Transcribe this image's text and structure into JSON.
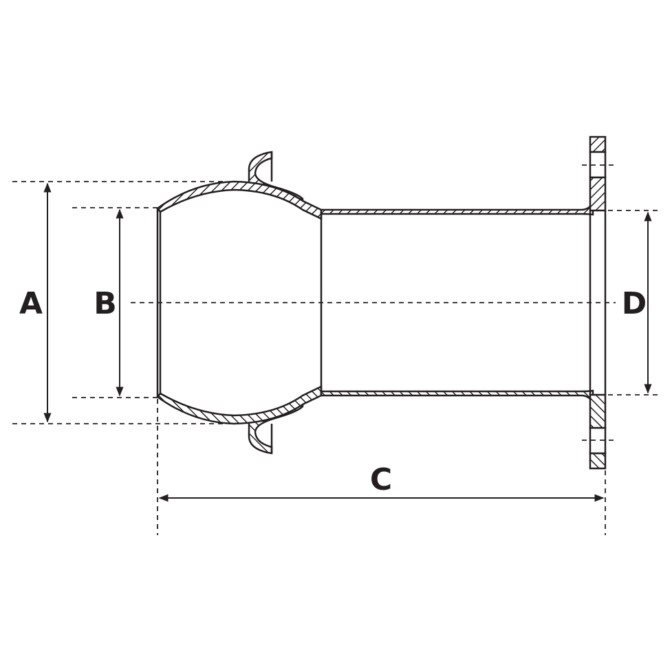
{
  "diagram": {
    "labels": {
      "a": "A",
      "b": "B",
      "c": "C",
      "d": "D"
    },
    "line_color": "#231f20"
  }
}
